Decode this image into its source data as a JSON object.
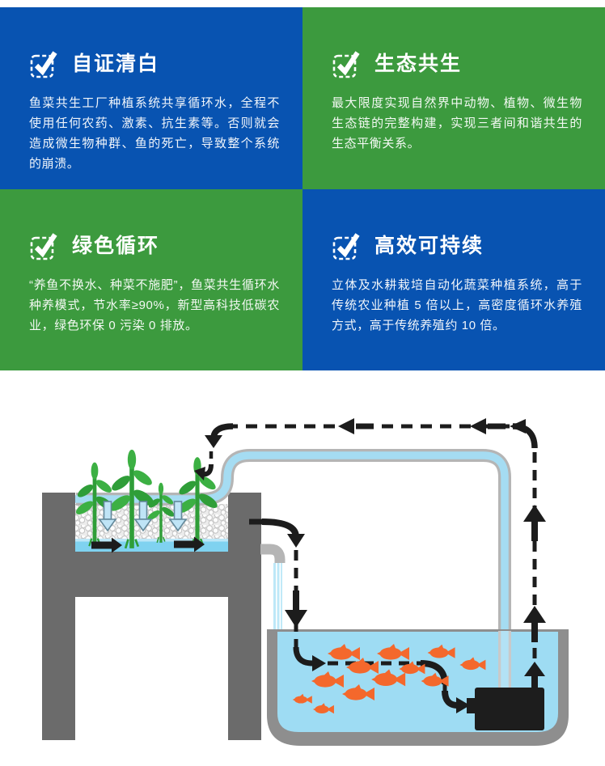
{
  "page": {
    "background": "#ffffff"
  },
  "colors": {
    "card_blue": "#0853b1",
    "card_green": "#3c9a3e",
    "stand_gray": "#6b6b6b",
    "tank_gray": "#8e8e8e",
    "pipe_gray": "#b5b5b5",
    "water_blue": "#9edcf3",
    "fish_orange": "#f4682c",
    "arrow_black": "#1c1c1c"
  },
  "cards": [
    {
      "id": "self-proof",
      "color": "#0853b1",
      "title": "自证清白",
      "body": "鱼菜共生工厂种植系统共享循环水，全程不使用任何农药、激素、抗生素等。否则就会造成微生物种群、鱼的死亡，导致整个系统的崩溃。"
    },
    {
      "id": "eco-symbiosis",
      "color": "#3c9a3e",
      "title": "生态共生",
      "body": "最大限度实现自然界中动物、植物、微生物生态链的完整构建，实现三者间和谐共生的生态平衡关系。"
    },
    {
      "id": "green-cycle",
      "color": "#3c9a3e",
      "title": "绿色循环",
      "body": "“养鱼不换水、种菜不施肥”，鱼菜共生循环水种养模式，节水率≥90%，新型高科技低碳农业，绿色环保 0 污染 0 排放。"
    },
    {
      "id": "efficient-sustainable",
      "color": "#0853b1",
      "title": "高效可持续",
      "body": "立体及水耕栽培自动化蔬菜种植系统，高于传统农业种植 5 倍以上，高密度循环水养殖方式，高于传统养殖约 10 倍。"
    }
  ]
}
